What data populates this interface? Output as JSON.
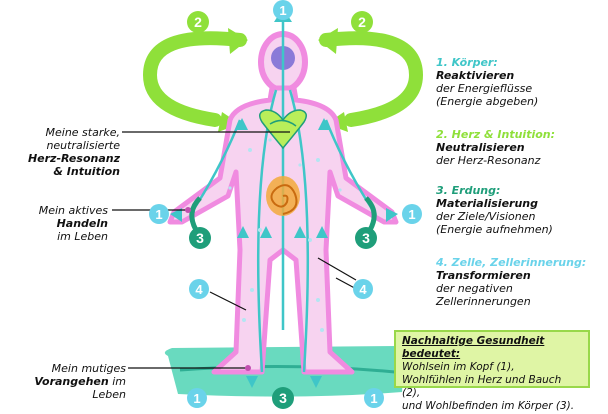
{
  "badges": {
    "top_1": "1",
    "left_2": "2",
    "right_2": "2",
    "left_hand_1": "1",
    "right_hand_1": "1",
    "left_3": "3",
    "right_3": "3",
    "left_4": "4",
    "right_4": "4",
    "bottom_left_1": "1",
    "bottom_3": "3",
    "bottom_right_1": "1"
  },
  "left_labels": {
    "heart": {
      "line1": "Meine starke,",
      "line2": "neutralisierte",
      "line3": "Herz-Resonanz",
      "line4": "& Intuition"
    },
    "action": {
      "line1": "Mein aktives",
      "line2": "Handeln",
      "line3": "im Leben"
    },
    "courage": {
      "line1": "Mein mutiges",
      "line2_bold": "Vorangehen",
      "line2_rest": " im Leben"
    }
  },
  "legend": [
    {
      "head": "1. Körper:",
      "strong": "Reaktivieren",
      "lines": [
        "der Energieflüsse",
        "(Energie abgeben)"
      ]
    },
    {
      "head": "2. Herz & Intuition:",
      "strong": "Neutralisieren",
      "lines": [
        "der Herz-Resonanz"
      ]
    },
    {
      "head": "3. Erdung:",
      "strong": "Materialisierung",
      "lines": [
        "der Ziele/Visionen",
        "(Energie aufnehmen)"
      ]
    },
    {
      "head": "4. Zelle, Zellerinnerung:",
      "strong": "Transformieren",
      "lines": [
        "der negativen",
        "Zellerinnerungen"
      ]
    }
  ],
  "summary_box": {
    "title": "Nachhaltige Gesundheit bedeutet:",
    "line1": "Wohlsein im Kopf (1),",
    "line2": "Wohlfühlen in Herz und Bauch (2),",
    "line3": "und Wohlbefinden im Körper (3)."
  },
  "colors": {
    "body_outline": "#f08be0",
    "body_fill": "#f7d3f0",
    "teal": "#3fc6c8",
    "green": "#8fe03a",
    "dark_green": "#1f9e7a",
    "light_blue": "#6ad3ea",
    "heart_fill": "#b9ee5a",
    "belly": "#f2a93b",
    "ground": "#59d6b8"
  }
}
